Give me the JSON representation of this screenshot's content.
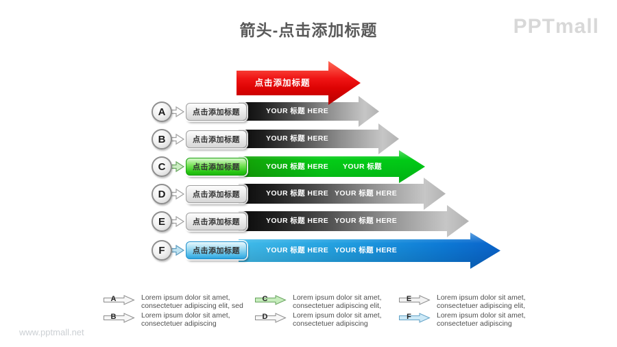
{
  "title": "箭头-点击添加标题",
  "logo": "PPTmall",
  "watermark": "www.pptmall.net",
  "top_arrow": {
    "label": "点击添加标题"
  },
  "rows": [
    {
      "letter": "A",
      "button": "点击添加标题",
      "text1": "YOUR  标题 HERE"
    },
    {
      "letter": "B",
      "button": "点击添加标题",
      "text1": "YOUR  标题 HERE"
    },
    {
      "letter": "C",
      "button": "点击添加标题",
      "text1": "YOUR  标题 HERE",
      "text2": "YOUR  标题"
    },
    {
      "letter": "D",
      "button": "点击添加标题",
      "text1": "YOUR  标题 HERE",
      "text2": "YOUR  标题 HERE"
    },
    {
      "letter": "E",
      "button": "点击添加标题",
      "text1": "YOUR  标题 HERE",
      "text2": "YOUR  标题 HERE"
    },
    {
      "letter": "F",
      "button": "点击添加标题",
      "text1": "YOUR  标题 HERE",
      "text2": "YOUR  标题 HERE"
    }
  ],
  "legend": [
    {
      "letter": "A",
      "text": "Lorem ipsum dolor sit amet, consectetuer adipiscing elit, sed"
    },
    {
      "letter": "B",
      "text": "Lorem ipsum dolor sit amet, consectetuer adipiscing"
    },
    {
      "letter": "C",
      "text": "Lorem ipsum dolor sit amet, consectetuer adipiscing elit,"
    },
    {
      "letter": "D",
      "text": "Lorem ipsum dolor sit amet, consectetuer adipiscing"
    },
    {
      "letter": "E",
      "text": "Lorem ipsum dolor sit amet, consectetuer adipiscing elit,"
    },
    {
      "letter": "F",
      "text": "Lorem ipsum dolor sit amet, consectetuer adipiscing"
    }
  ],
  "colors": {
    "accent_red": "#e00505",
    "accent_green": "#01c818",
    "accent_blue": "#0d74d1",
    "bar_dark": "#111111",
    "bar_light": "#c4c4c4",
    "title_gray": "#595959",
    "logo_gray": "#d8d8d8"
  }
}
